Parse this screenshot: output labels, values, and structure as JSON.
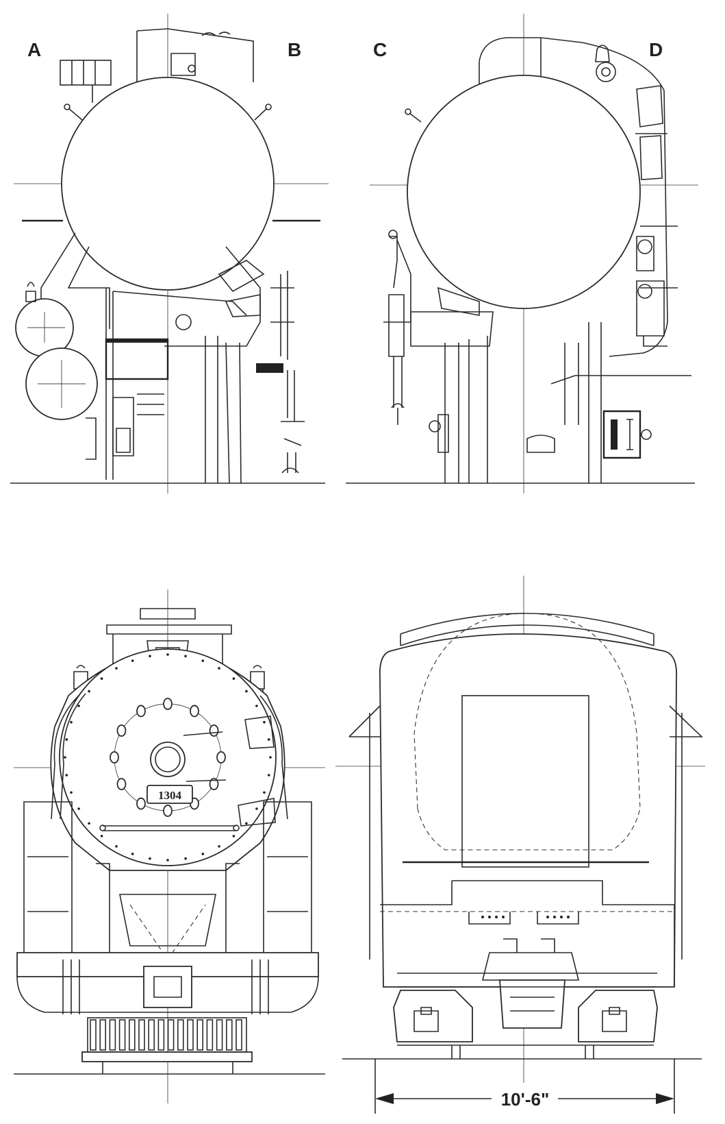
{
  "views": {
    "label_a": "A",
    "label_b": "B",
    "label_c": "C",
    "label_d": "D"
  },
  "number_plate": "1304",
  "dimension": {
    "width_label": "10'-6\""
  }
}
